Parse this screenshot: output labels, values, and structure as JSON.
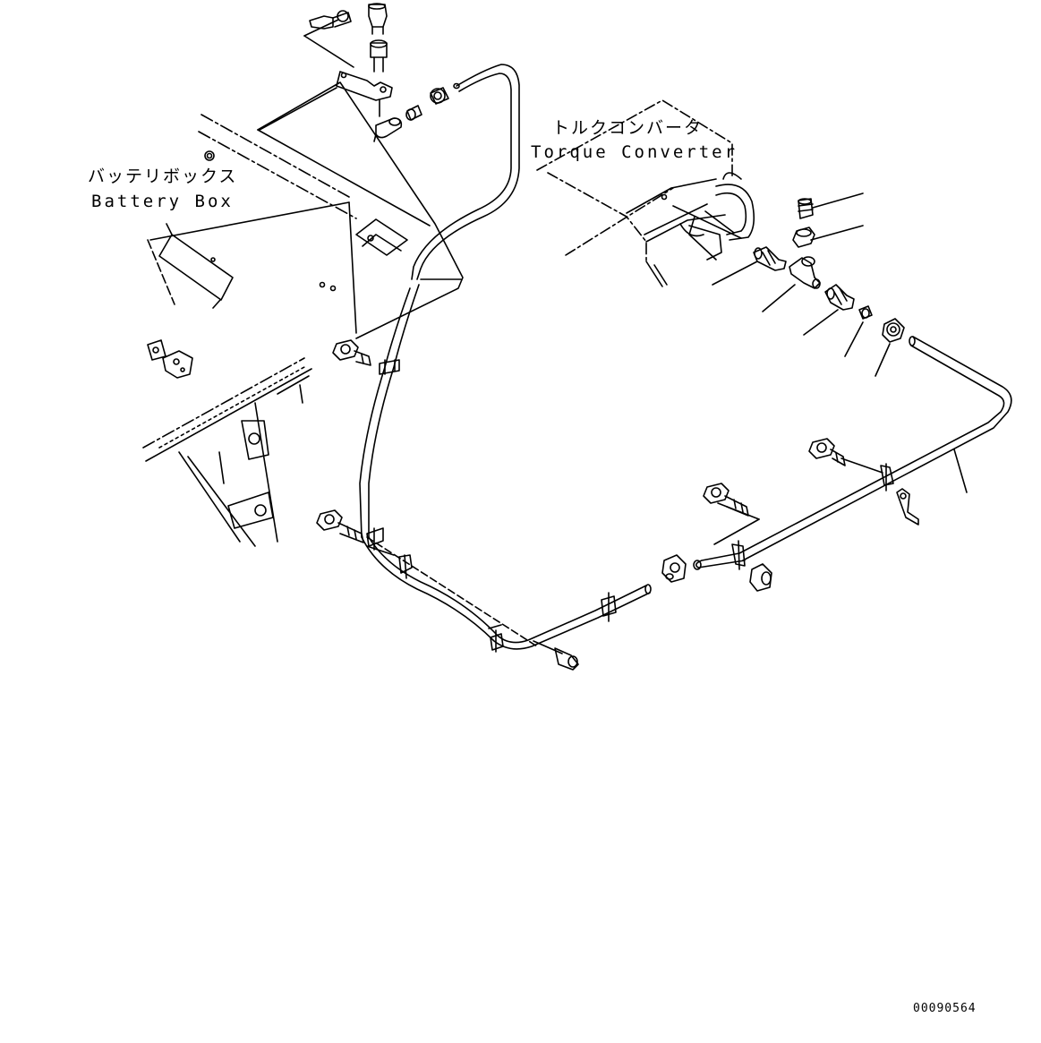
{
  "labels": {
    "battery_box_jp": "バッテリボックス",
    "battery_box_en": "Battery Box",
    "torque_converter_jp": "トルクコンバータ",
    "torque_converter_en": "Torque Converter"
  },
  "drawing_number": "00090564",
  "colors": {
    "line": "#000000",
    "background": "#ffffff"
  }
}
